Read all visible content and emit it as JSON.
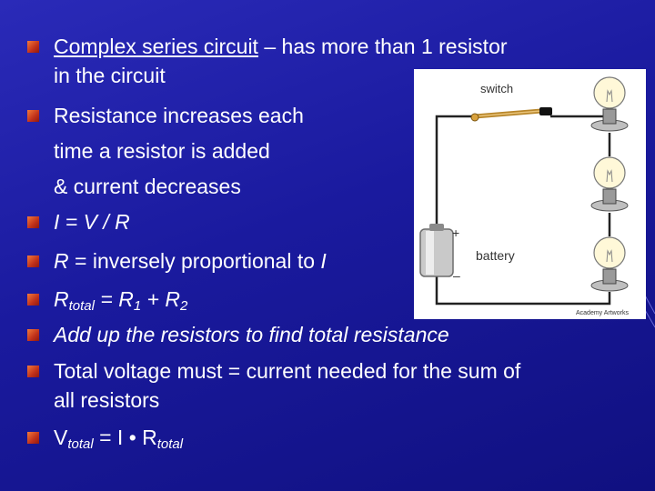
{
  "bullets": [
    {
      "underlined": "Complex series circuit",
      "rest": " – has more than 1 resistor",
      "line2": "in the circuit"
    },
    {
      "line1": "Resistance increases each",
      "line2": "time a resistor is added",
      "line3": "& current decreases"
    },
    {
      "formula": "I = V / R"
    },
    {
      "prefix": "R",
      "middle": " = inversely proportional to ",
      "suffix": "I"
    },
    {
      "r": "R",
      "r_sub": "total",
      "eq": " = R",
      "r1_sub": "1",
      "plus": " + R",
      "r2_sub": "2"
    },
    {
      "text": "Add up the resistors to find total resistance"
    },
    {
      "line1": "Total voltage must = current needed for the sum of",
      "line2": "all resistors"
    },
    {
      "v": "V",
      "v_sub": "total",
      "eq": " = I • R",
      "r_sub": "total"
    }
  ],
  "diagram": {
    "switch_label": "switch",
    "battery_label": "battery",
    "plus_label": "+",
    "minus_label": "–",
    "credit": "Academy Artworks"
  },
  "colors": {
    "background": "#1a1a9e",
    "bullet_marker": "#c0301a",
    "text": "#ffffff"
  }
}
